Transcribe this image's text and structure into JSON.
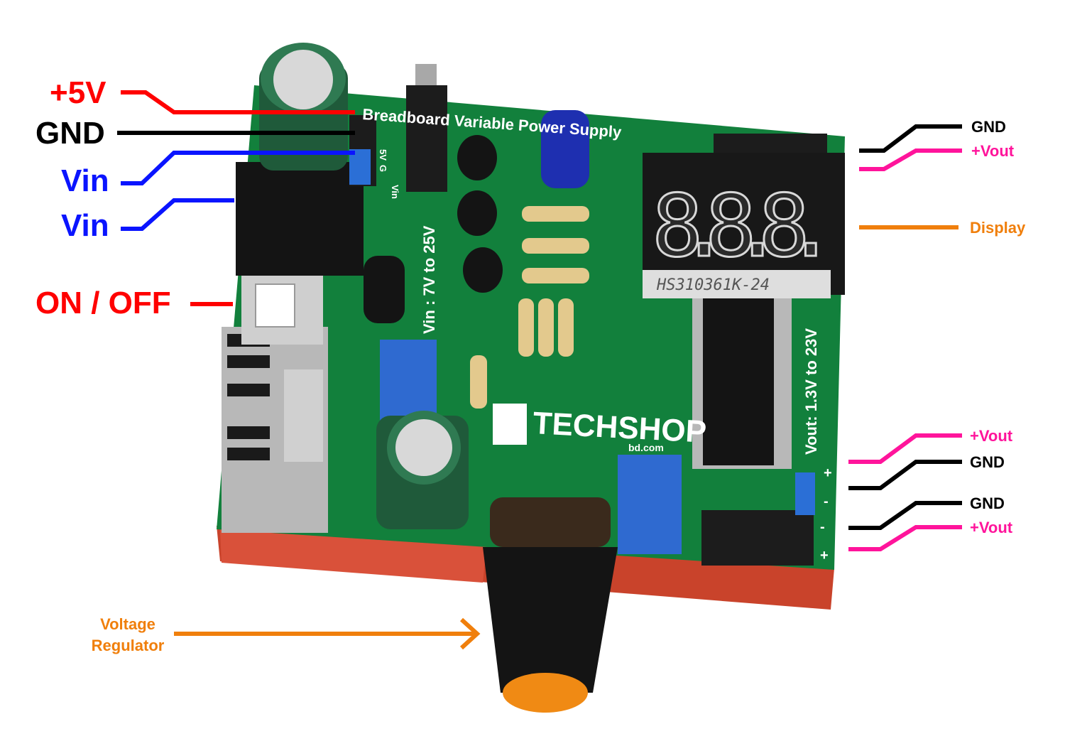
{
  "colors": {
    "red": "#ff0000",
    "black": "#000000",
    "blue": "#0a14ff",
    "magenta": "#ff149b",
    "orange": "#f07f0c",
    "pcb_green": "#12803c",
    "pcb_edge": "#c4462a"
  },
  "left_labels": {
    "plus5v": "+5V",
    "gnd": "GND",
    "vin1": "Vin",
    "vin2": "Vin",
    "onoff": "ON / OFF"
  },
  "right_top": {
    "gnd": "GND",
    "vout": "+Vout"
  },
  "display_label": "Display",
  "right_bottom": {
    "vout1": "+Vout",
    "gnd1": "GND",
    "gnd2": "GND",
    "vout2": "+Vout"
  },
  "regulator_label": {
    "line1": "Voltage",
    "line2": "Regulator"
  },
  "board": {
    "title": "Breadboard Variable Power Supply",
    "vin_range": "Vin : 7V  to  25V",
    "vout_range": "Vout: 1.3V to 23V",
    "brand": "TECHSHOP",
    "brand_sub": "bd.com",
    "display_part": "HS310361K-24",
    "display_digits": "8.8.8.",
    "header_5v": "5V",
    "header_g": "G",
    "header_vin": "Vin",
    "plus_sign": "+",
    "minus_sign": "-"
  }
}
